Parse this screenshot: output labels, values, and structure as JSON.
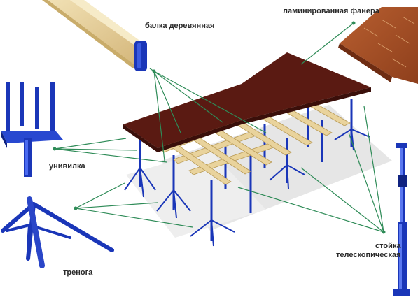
{
  "labels": {
    "beam": "балка деревянная",
    "plywood": "ламинированная фанера",
    "fork": "унивилка",
    "tripod": "тренога",
    "prop_line1": "стойка",
    "prop_line2": "телескопическая"
  },
  "colors": {
    "steel": "#1a36b8",
    "steel_dark": "#0f2280",
    "timber": "#e9d39c",
    "timber_dark": "#c9ac6a",
    "plywood_top": "#5a1a12",
    "plywood_edge": "#3a0f0a",
    "panel_sample": "#a8522a",
    "leader": "#2e8b57",
    "shadow": "#d9d9d9"
  }
}
